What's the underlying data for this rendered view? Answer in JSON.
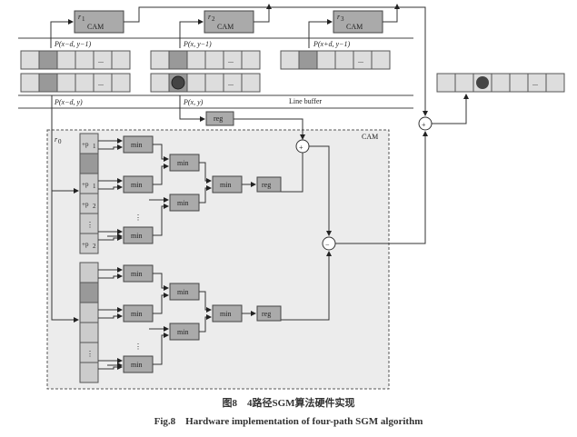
{
  "labels": {
    "r1": "r",
    "r1sub": "1",
    "r2": "r",
    "r2sub": "2",
    "r3": "r",
    "r3sub": "3",
    "r0": "r",
    "r0sub": "0",
    "cam": "CAM",
    "cam_region": "CAM",
    "p_xd_y1": "P(x−d, y−1)",
    "p_x_y1": "P(x, y−1)",
    "p_xpd_y1": "P(x+d, y−1)",
    "p_xd_y": "P(x−d, y)",
    "p_x_y": "P(x, y)",
    "line_buffer": "Line buffer",
    "reg": "reg",
    "min": "min",
    "dots": "...",
    "vdots": "⋮",
    "plus": "+",
    "minus": "−",
    "p1": "+p",
    "p1sub": "1",
    "p2": "+p",
    "p2sub": "2"
  },
  "caption": {
    "cn": "图8　4路径SGM算法硬件实现",
    "en": "Fig.8　Hardware implementation of four-path SGM algorithm"
  }
}
